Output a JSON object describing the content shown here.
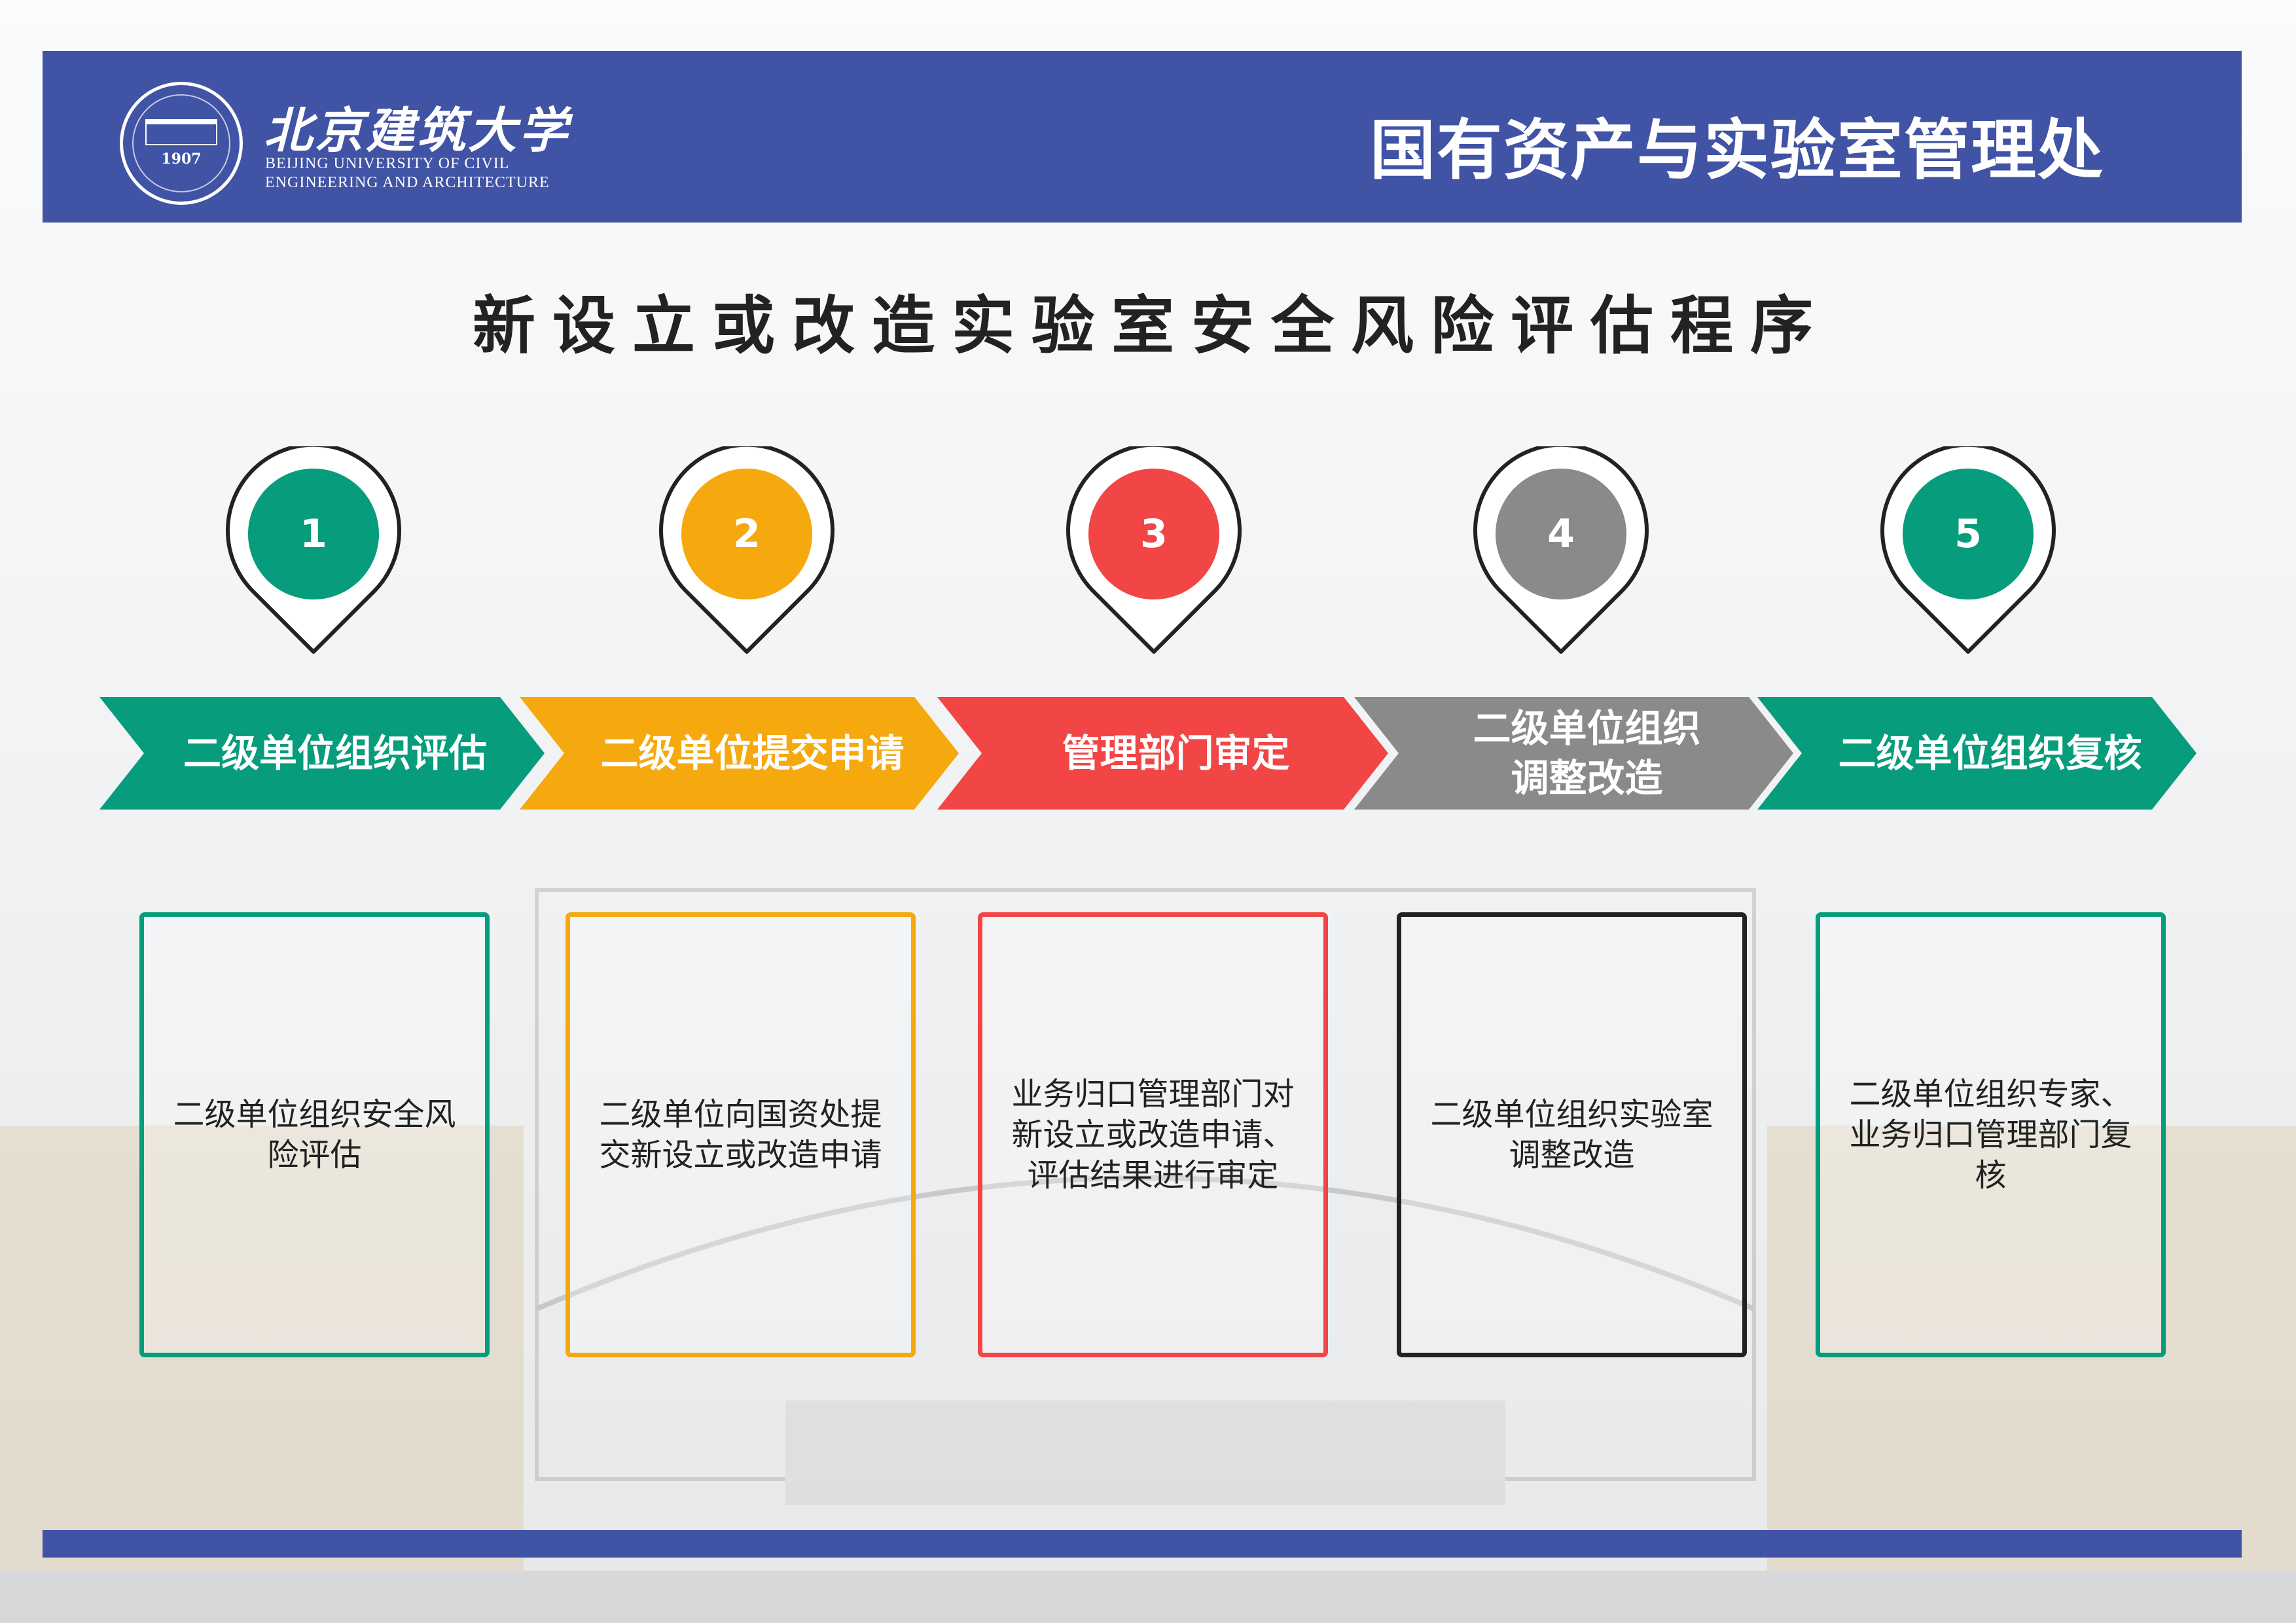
{
  "header": {
    "logo_year": "1907",
    "university_cn": "北京建筑大学",
    "university_en_line1": "BEIJING UNIVERSITY OF CIVIL",
    "university_en_line2": "ENGINEERING AND ARCHITECTURE",
    "office": "国有资产与实验室管理处"
  },
  "title": "新设立或改造实验室安全风险评估程序",
  "colors": {
    "brand": "#4053a5",
    "green": "#069c7c",
    "yellow": "#f5a90f",
    "red": "#f24545",
    "gray": "#8a8a8b",
    "dark": "#222222"
  },
  "steps": [
    {
      "number": "1",
      "label": "二级单位组织评估",
      "detail": "二级单位组织安全风险评估"
    },
    {
      "number": "2",
      "label": "二级单位提交申请",
      "detail": "二级单位向国资处提交新设立或改造申请"
    },
    {
      "number": "3",
      "label": "管理部门审定",
      "detail": "业务归口管理部门对新设立或改造申请、评估结果进行审定"
    },
    {
      "number": "4",
      "label": "二级单位组织调整改造",
      "detail": "二级单位组织实验室调整改造"
    },
    {
      "number": "5",
      "label": "二级单位组织复核",
      "detail": "二级单位组织专家、业务归口管理部门复核"
    }
  ]
}
